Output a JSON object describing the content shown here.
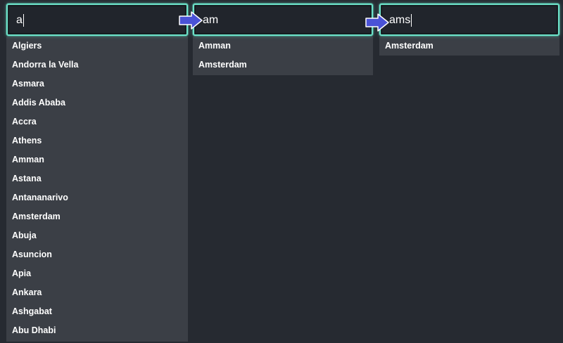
{
  "panels": [
    {
      "query": "a",
      "results": [
        "Algiers",
        "Andorra la Vella",
        "Asmara",
        "Addis Ababa",
        "Accra",
        "Athens",
        "Amman",
        "Astana",
        "Antananarivo",
        "Amsterdam",
        "Abuja",
        "Asuncion",
        "Apia",
        "Ankara",
        "Ashgabat",
        "Abu Dhabi"
      ]
    },
    {
      "query": "am",
      "results": [
        "Amman",
        "Amsterdam"
      ]
    },
    {
      "query": "ams",
      "results": [
        "Amsterdam"
      ]
    }
  ],
  "icons": {
    "transition_arrow": "right-arrow-icon"
  },
  "colors": {
    "background": "#262a31",
    "input_background": "#21252c",
    "focus_border": "#6be3c9",
    "results_background": "#3b3f46",
    "text": "#ffffff",
    "arrow_fill": "#4a52d6"
  }
}
